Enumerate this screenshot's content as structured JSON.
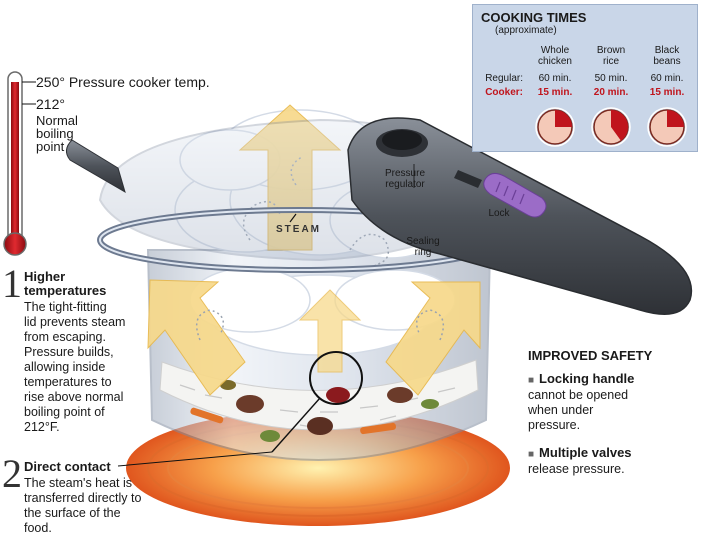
{
  "thermometer": {
    "pressure_temp": "250° Pressure cooker temp.",
    "normal_temp": "212°",
    "normal_label_lines": [
      "Normal",
      "boiling",
      "point"
    ]
  },
  "cooking_times": {
    "title": "COOKING TIMES",
    "subtitle": "(approximate)",
    "columns": [
      {
        "line1": "Whole",
        "line2": "chicken",
        "regular": "60 min.",
        "cooker": "15 min.",
        "fraction": 0.25
      },
      {
        "line1": "Brown",
        "line2": "rice",
        "regular": "50 min.",
        "cooker": "20 min.",
        "fraction": 0.4
      },
      {
        "line1": "Black",
        "line2": "beans",
        "regular": "60 min.",
        "cooker": "15 min.",
        "fraction": 0.25
      }
    ],
    "row_regular": "Regular:",
    "row_cooker": "Cooker:"
  },
  "labels": {
    "pressure_regulator": [
      "Pressure",
      "regulator"
    ],
    "lock": "Lock",
    "steam": "STEAM",
    "sealing_ring": [
      "Sealing",
      "ring"
    ]
  },
  "section1": {
    "number": "1",
    "heading_lines": [
      "Higher",
      "temperatures"
    ],
    "body_lines": [
      "The tight-fitting",
      "lid prevents steam",
      "from escaping.",
      "Pressure builds,",
      "allowing inside",
      "temperatures to",
      "rise above normal",
      "boiling point of",
      "212°F."
    ]
  },
  "section2": {
    "number": "2",
    "heading": "Direct contact",
    "body_lines": [
      "The steam's heat is",
      "transferred directly to",
      "the surface of the",
      "food."
    ]
  },
  "safety": {
    "title": "IMPROVED SAFETY",
    "item1_head": "Locking handle",
    "item1_lines": [
      "cannot be opened",
      "when under",
      "pressure."
    ],
    "item2_head": "Multiple valves",
    "item2_lines": [
      "release pressure."
    ]
  },
  "colors": {
    "mercury": "#c0141c",
    "box_bg": "#c9d6e8",
    "pot_silver": "#b7c2d2",
    "handle_gray": "#5b6068",
    "lock_purple": "#9b6cc7",
    "arrow_yellow": "#f7d98a",
    "burner_orange": "#f18a3a"
  }
}
